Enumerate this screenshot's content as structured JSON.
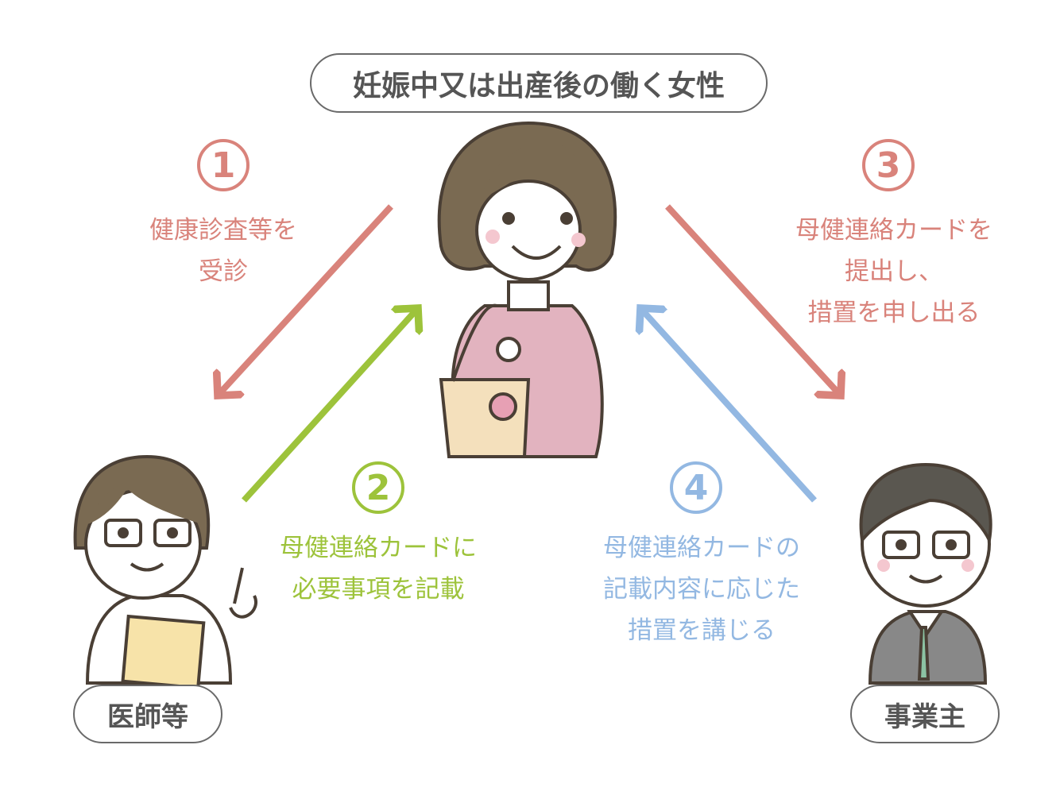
{
  "title": "妊娠中又は出産後の働く女性",
  "colors": {
    "step1": "#d9837b",
    "step2": "#9dc33b",
    "step3": "#d9837b",
    "step4": "#93b8e2",
    "text": "#555555"
  },
  "steps": [
    {
      "number": "1",
      "lines": [
        "健康診査等を",
        "受診"
      ]
    },
    {
      "number": "2",
      "lines": [
        "母健連絡カードに",
        "必要事項を記載"
      ]
    },
    {
      "number": "3",
      "lines": [
        "母健連絡カードを",
        "提出し、",
        "措置を申し出る"
      ]
    },
    {
      "number": "4",
      "lines": [
        "母健連絡カードの",
        "記載内容に応じた",
        "措置を講じる"
      ]
    }
  ],
  "actors": {
    "doctor": "医師等",
    "employer": "事業主"
  }
}
